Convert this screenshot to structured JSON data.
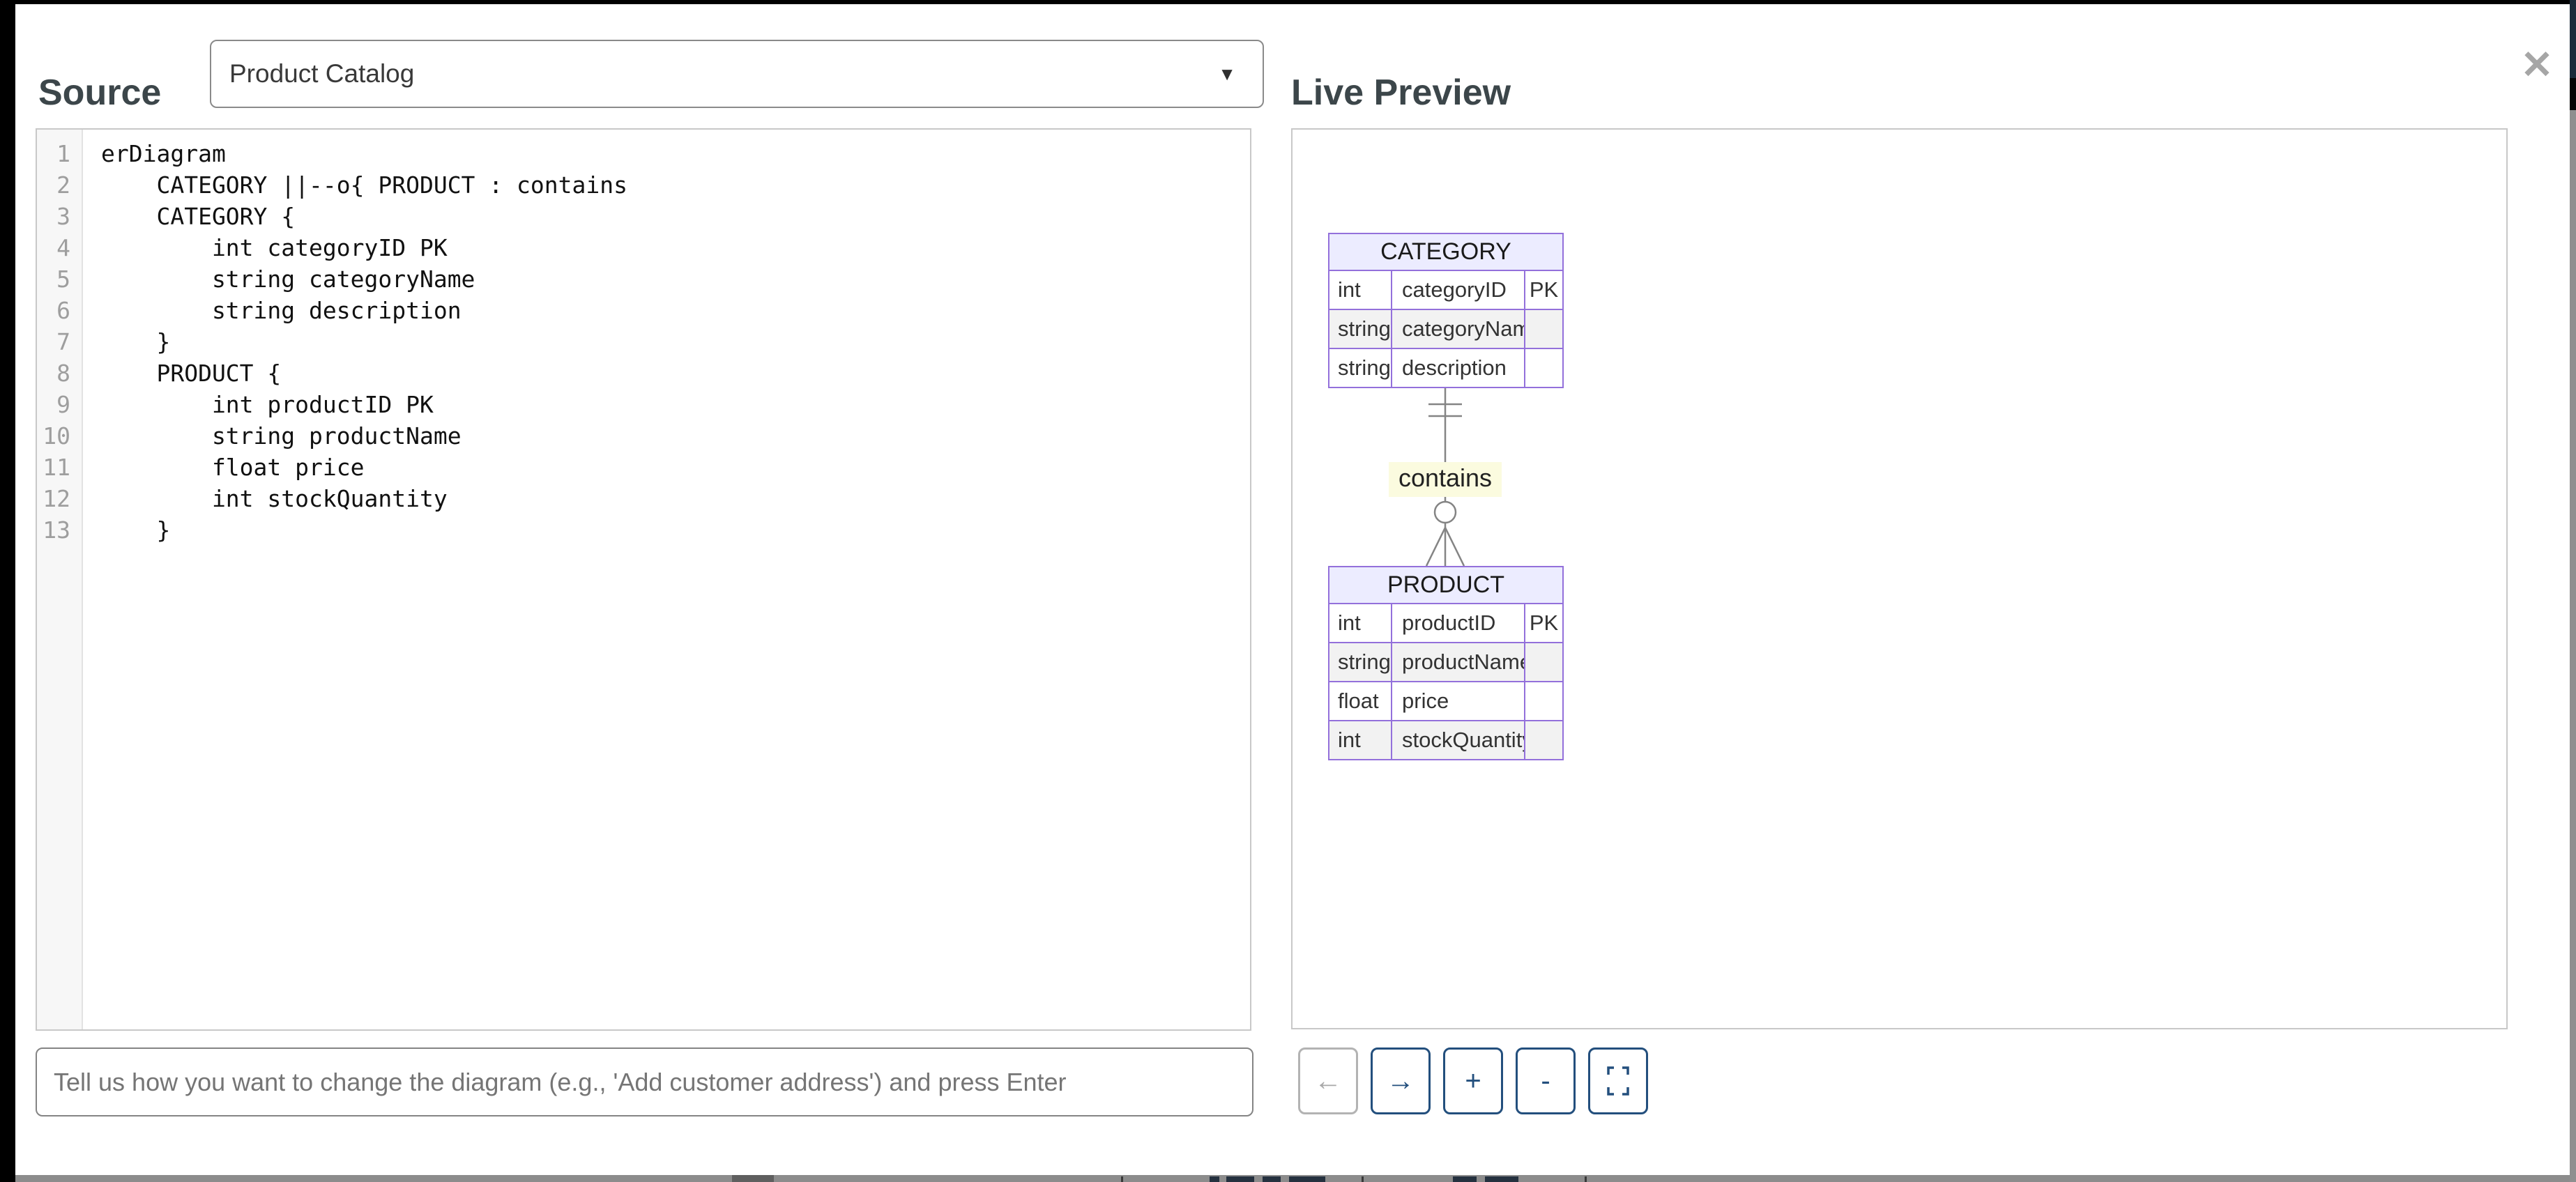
{
  "source_panel": {
    "title": "Source",
    "diagram_select": {
      "selected_option": "Product Catalog",
      "caret_icon": "▼"
    },
    "editor": {
      "lines": [
        {
          "num": "1",
          "code": "erDiagram"
        },
        {
          "num": "2",
          "code": "    CATEGORY ||--o{ PRODUCT : contains"
        },
        {
          "num": "3",
          "code": "    CATEGORY {"
        },
        {
          "num": "4",
          "code": "        int categoryID PK"
        },
        {
          "num": "5",
          "code": "        string categoryName"
        },
        {
          "num": "6",
          "code": "        string description"
        },
        {
          "num": "7",
          "code": "    }"
        },
        {
          "num": "8",
          "code": "    PRODUCT {"
        },
        {
          "num": "9",
          "code": "        int productID PK"
        },
        {
          "num": "10",
          "code": "        string productName"
        },
        {
          "num": "11",
          "code": "        float price"
        },
        {
          "num": "12",
          "code": "        int stockQuantity"
        },
        {
          "num": "13",
          "code": "    }"
        }
      ]
    },
    "prompt_input": {
      "placeholder": "Tell us how you want to change the diagram (e.g., 'Add customer address') and press Enter",
      "value": ""
    }
  },
  "preview_panel": {
    "title": "Live Preview",
    "close_icon": "✕",
    "diagram": {
      "entities": [
        {
          "name": "CATEGORY",
          "attributes": [
            {
              "type": "int",
              "name": "categoryID",
              "key": "PK"
            },
            {
              "type": "string",
              "name": "categoryName",
              "key": ""
            },
            {
              "type": "string",
              "name": "description",
              "key": ""
            }
          ]
        },
        {
          "name": "PRODUCT",
          "attributes": [
            {
              "type": "int",
              "name": "productID",
              "key": "PK"
            },
            {
              "type": "string",
              "name": "productName",
              "key": ""
            },
            {
              "type": "float",
              "name": "price",
              "key": ""
            },
            {
              "type": "int",
              "name": "stockQuantity",
              "key": ""
            }
          ]
        }
      ],
      "relationship": {
        "from": "CATEGORY",
        "to": "PRODUCT",
        "label": "contains",
        "cardinality": "||--o{"
      }
    },
    "toolbar": {
      "undo_label": "←",
      "redo_label": "→",
      "zoom_in_label": "+",
      "zoom_out_label": "-",
      "fit_icon": "fullscreen-brackets"
    }
  },
  "colors": {
    "entity_header_fill": "#ECECFF",
    "entity_border": "#9370DB",
    "row_alt_fill": "#f2f2f2",
    "relationship_line": "#848484",
    "relationship_label_bg": "#fbfbdf",
    "button_accent": "#234f7d"
  }
}
